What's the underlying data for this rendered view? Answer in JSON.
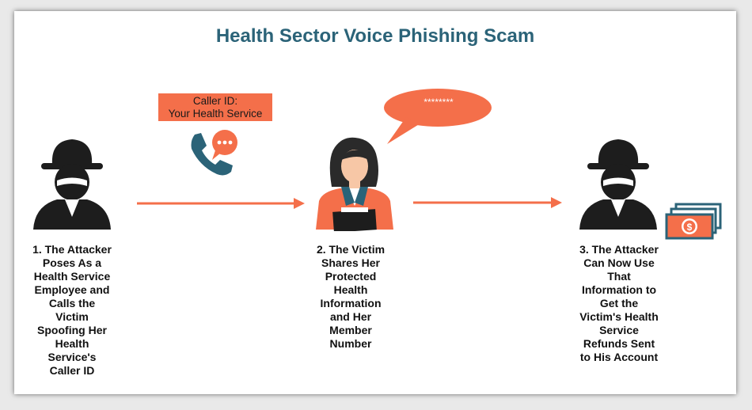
{
  "title": "Health Sector Voice Phishing Scam",
  "caller_id": {
    "line1": "Caller ID:",
    "line2": "Your Health Service"
  },
  "speech_bubble": {
    "text": "********"
  },
  "steps": [
    {
      "lines": [
        "1. The Attacker",
        "Poses As a",
        "Health Service",
        "Employee and",
        "Calls the",
        "Victim",
        "Spoofing Her",
        "Health",
        "Service's",
        "Caller ID"
      ]
    },
    {
      "lines": [
        "2. The Victim",
        "Shares Her",
        "Protected",
        "Health",
        "Information",
        "and Her",
        "Member",
        "Number"
      ]
    },
    {
      "lines": [
        "3. The Attacker",
        "Can Now Use",
        "That",
        "Information to",
        "Get the",
        "Victim's Health",
        "Service",
        "Refunds Sent",
        "to His Account"
      ]
    }
  ],
  "icons": {
    "attacker": "hacker-icon",
    "phone": "phone-call-icon",
    "victim": "woman-icon",
    "money": "money-stack-icon"
  },
  "colors": {
    "title": "#2b6378",
    "accent": "#f46f4a",
    "phone": "#2b6378"
  }
}
